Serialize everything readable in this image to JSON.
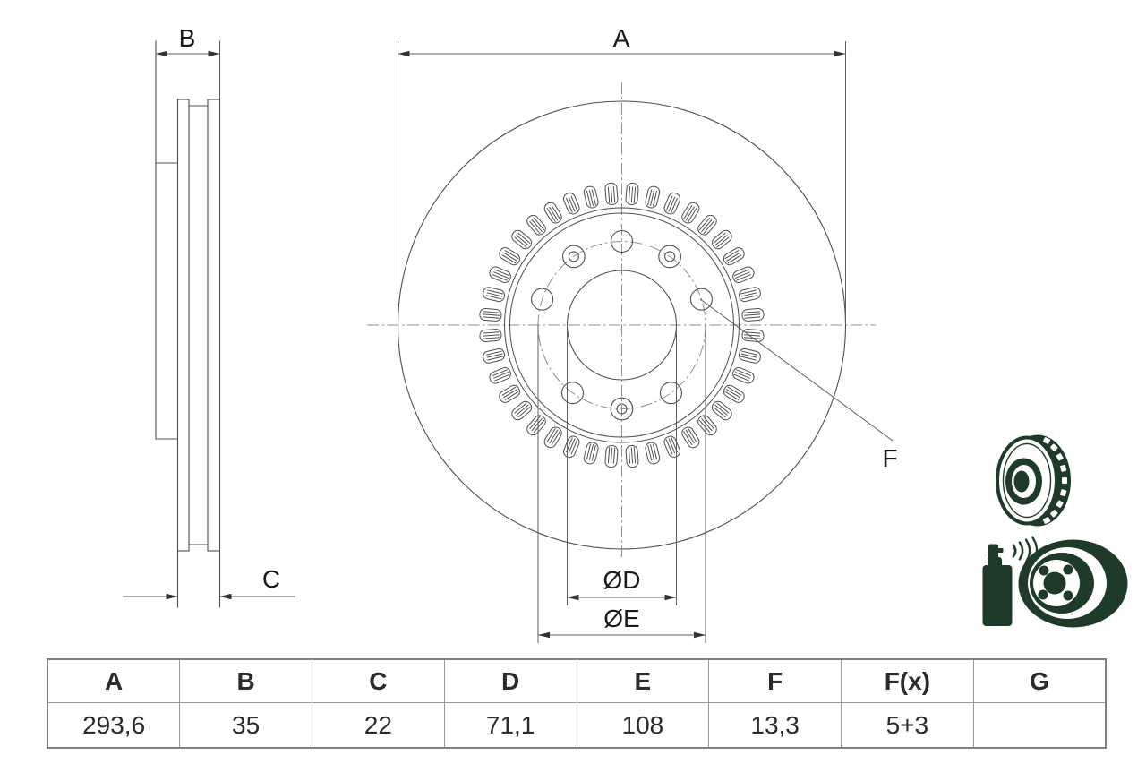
{
  "title": "Brake disc technical drawing",
  "dim_labels": {
    "a": "A",
    "b": "B",
    "c": "C",
    "d": "ØD",
    "e": "ØE",
    "f": "F"
  },
  "table": {
    "columns": [
      "A",
      "B",
      "C",
      "D",
      "E",
      "F",
      "F(x)",
      "G"
    ],
    "values": [
      "293,6",
      "35",
      "22",
      "71,1",
      "108",
      "13,3",
      "5+3",
      ""
    ]
  },
  "front_view": {
    "vent_slot_count": 40,
    "vent_slot_offset_deg": 4.5,
    "bolt_hole_angles_deg": [
      0,
      72,
      144,
      216,
      288
    ],
    "counterbore_hole_angles_deg": [
      35,
      180,
      325
    ]
  },
  "icons": {
    "top": "vented-disc-3d-icon",
    "bottom": "spray-coating-icon"
  },
  "colors": {
    "geometry_line": "#4f4f4f",
    "centerline": "#8f8f8f",
    "dimension_line": "#5f5f5f",
    "text": "#1a1a1a",
    "icon_green": "#1d3b28",
    "table_border": "#7f7f7f"
  }
}
